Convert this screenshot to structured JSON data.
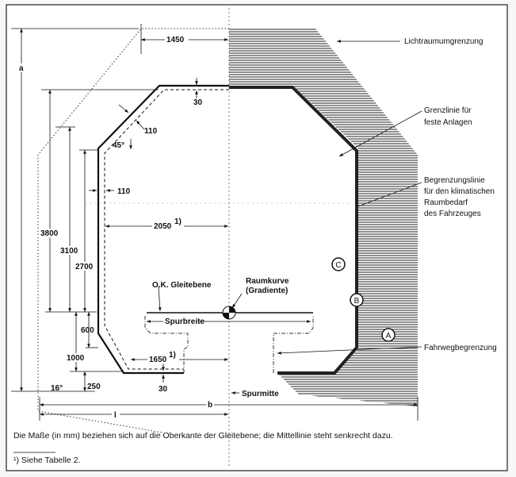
{
  "labels": {
    "lichtraum": "Lichtraumumgrenzung",
    "grenzlinie_1": "Grenzlinie für",
    "grenzlinie_2": "feste Anlagen",
    "begrenzung_1": "Begrenzungslinie",
    "begrenzung_2": "für den klimatischen",
    "begrenzung_3": "Raumbedarf",
    "begrenzung_4": "des Fahrzeuges",
    "fahrweg": "Fahrwegbegrenzung",
    "ok_gleitebene": "O.K. Gleitebene",
    "raumkurve_1": "Raumkurve",
    "raumkurve_2": "(Gradiente)",
    "spurbreite": "Spurbreite",
    "spurmitte": "Spurmitte",
    "circle_a": "A",
    "circle_b": "B",
    "circle_c": "C"
  },
  "dimensions": {
    "a": "a",
    "b": "b",
    "l": "l",
    "d1450": "1450",
    "d30_top": "30",
    "d110_diag": "110",
    "d45": "45°",
    "d110_side": "110",
    "d2050": "2050",
    "d2050_note": "1)",
    "d3800": "3800",
    "d3100": "3100",
    "d2700": "2700",
    "d600": "600",
    "d1000": "1000",
    "d250": "250",
    "d16": "16°",
    "d1650": "1650",
    "d1650_note": "1)",
    "d30_bottom": "30"
  },
  "caption": "Die Maße (in mm) beziehen sich auf die Oberkante der Gleitebene; die Mittellinie steht senkrecht dazu.",
  "footnote": "¹) Siehe Tabelle 2."
}
